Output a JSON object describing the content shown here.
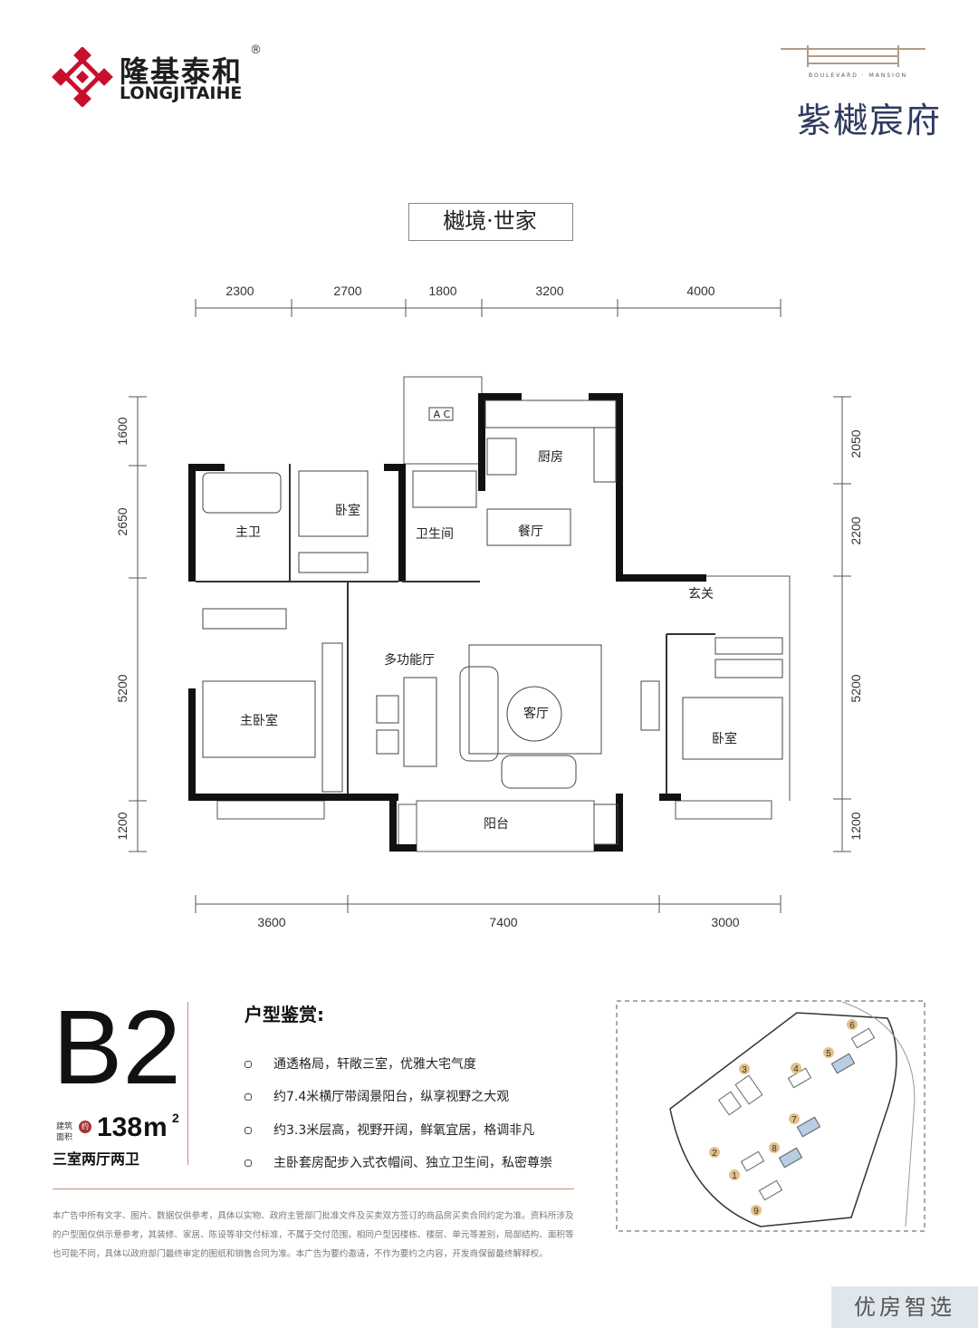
{
  "header": {
    "brand_cn": "隆基泰和",
    "brand_en": "LONGJITAIHE",
    "brand_reg": "®",
    "project_name": "紫樾宸府",
    "project_en": "BOULEVARD · MANSION",
    "subtitle": "樾境·世家"
  },
  "dimensions": {
    "top": [
      "2300",
      "2700",
      "1800",
      "3200",
      "4000"
    ],
    "bottom": [
      "3600",
      "7400",
      "3000"
    ],
    "left": [
      "1600",
      "2650",
      "5200",
      "1200"
    ],
    "right": [
      "2050",
      "2200",
      "5200",
      "1200"
    ]
  },
  "rooms": {
    "ac": "A C",
    "kitchen": "厨房",
    "master_bath": "主卫",
    "bedroom_small": "卧室",
    "bathroom": "卫生间",
    "dining": "餐厅",
    "entry": "玄关",
    "multi_hall": "多功能厅",
    "living": "客厅",
    "master_bedroom": "主卧室",
    "bedroom_right": "卧室",
    "balcony": "阳台"
  },
  "unit": {
    "code": "B2",
    "area_label_1": "建筑",
    "area_label_2": "面积",
    "approx": "约",
    "area_value": "138",
    "area_unit": "m",
    "area_sup": "2",
    "layout": "三室两厅两卫"
  },
  "features": {
    "title": "户型鉴赏:",
    "items": [
      "通透格局，轩敞三室，优雅大宅气度",
      "约7.4米横厅带阔景阳台，纵享视野之大观",
      "约3.3米层高，视野开阔，鲜氧宜居，格调非凡",
      "主卧套房配步入式衣帽间、独立卫生间，私密尊崇"
    ]
  },
  "disclaimer": "本广告中所有文字、图片、数据仅供参考，具体以实物、政府主管部门批准文件及买卖双方签订的商品房买卖合同约定为准。资料所涉及的户型图仅供示意参考，其装修、家居、陈设等非交付标准，不属于交付范围，相同户型因楼栋、楼层、单元等差别，局部结构、面积等也可能不同，具体以政府部门最终审定的图纸和销售合同为准。本广告为要约邀请，不作为要约之内容，开发商保留最终解释权。",
  "site_plan": {
    "buildings": [
      "1",
      "2",
      "3",
      "4",
      "5",
      "6",
      "7",
      "8",
      "9"
    ]
  },
  "colors": {
    "wall": "#111111",
    "brand_red": "#c8102e",
    "accent_line": "#c08d7b",
    "project_blue": "#2f3a60",
    "highlight_building": "#b9cde4"
  },
  "watermark": "优房智选"
}
